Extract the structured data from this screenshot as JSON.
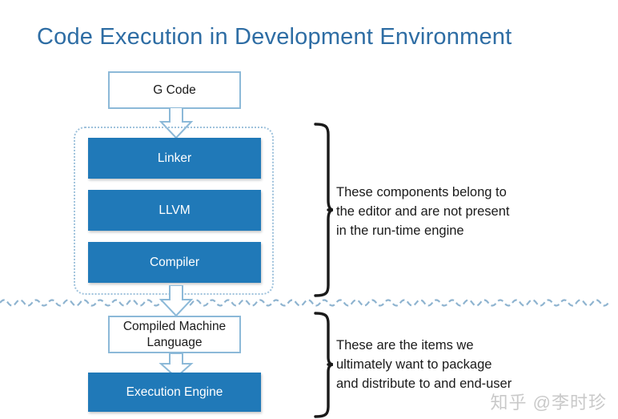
{
  "title": "Code Execution in Development Environment",
  "colors": {
    "title_blue": "#2e6da4",
    "box_fill_blue": "#2079b8",
    "box_outline_blue": "#8cb9d8",
    "group_border_blue": "#9fc2dc",
    "arrow_outline_blue": "#8cb9d8",
    "divider_blue": "#8fb4d0",
    "brace_black": "#1a1a1a",
    "text_black": "#1a1a1a",
    "watermark_gray": "#c9c9c9"
  },
  "flow": {
    "gcode": "G Code",
    "linker": "Linker",
    "llvm": "LLVM",
    "compiler": "Compiler",
    "compiled_machine_language": "Compiled Machine\nLanguage",
    "execution_engine": "Execution Engine"
  },
  "annotations": {
    "top": "These components belong to\nthe editor and are not present\nin the run-time engine",
    "bottom": "These are the items we\nultimately want to package\nand distribute to and end-user"
  },
  "icons": {
    "arrow_gcode_to_linker": "arrow-down-icon",
    "arrow_compiler_to_cml": "arrow-down-icon",
    "arrow_cml_to_exec": "arrow-down-icon",
    "brace_top": "curly-brace-icon",
    "brace_bottom": "curly-brace-icon",
    "divider": "wavy-divider-icon"
  },
  "watermark": "知乎 @李时珍"
}
